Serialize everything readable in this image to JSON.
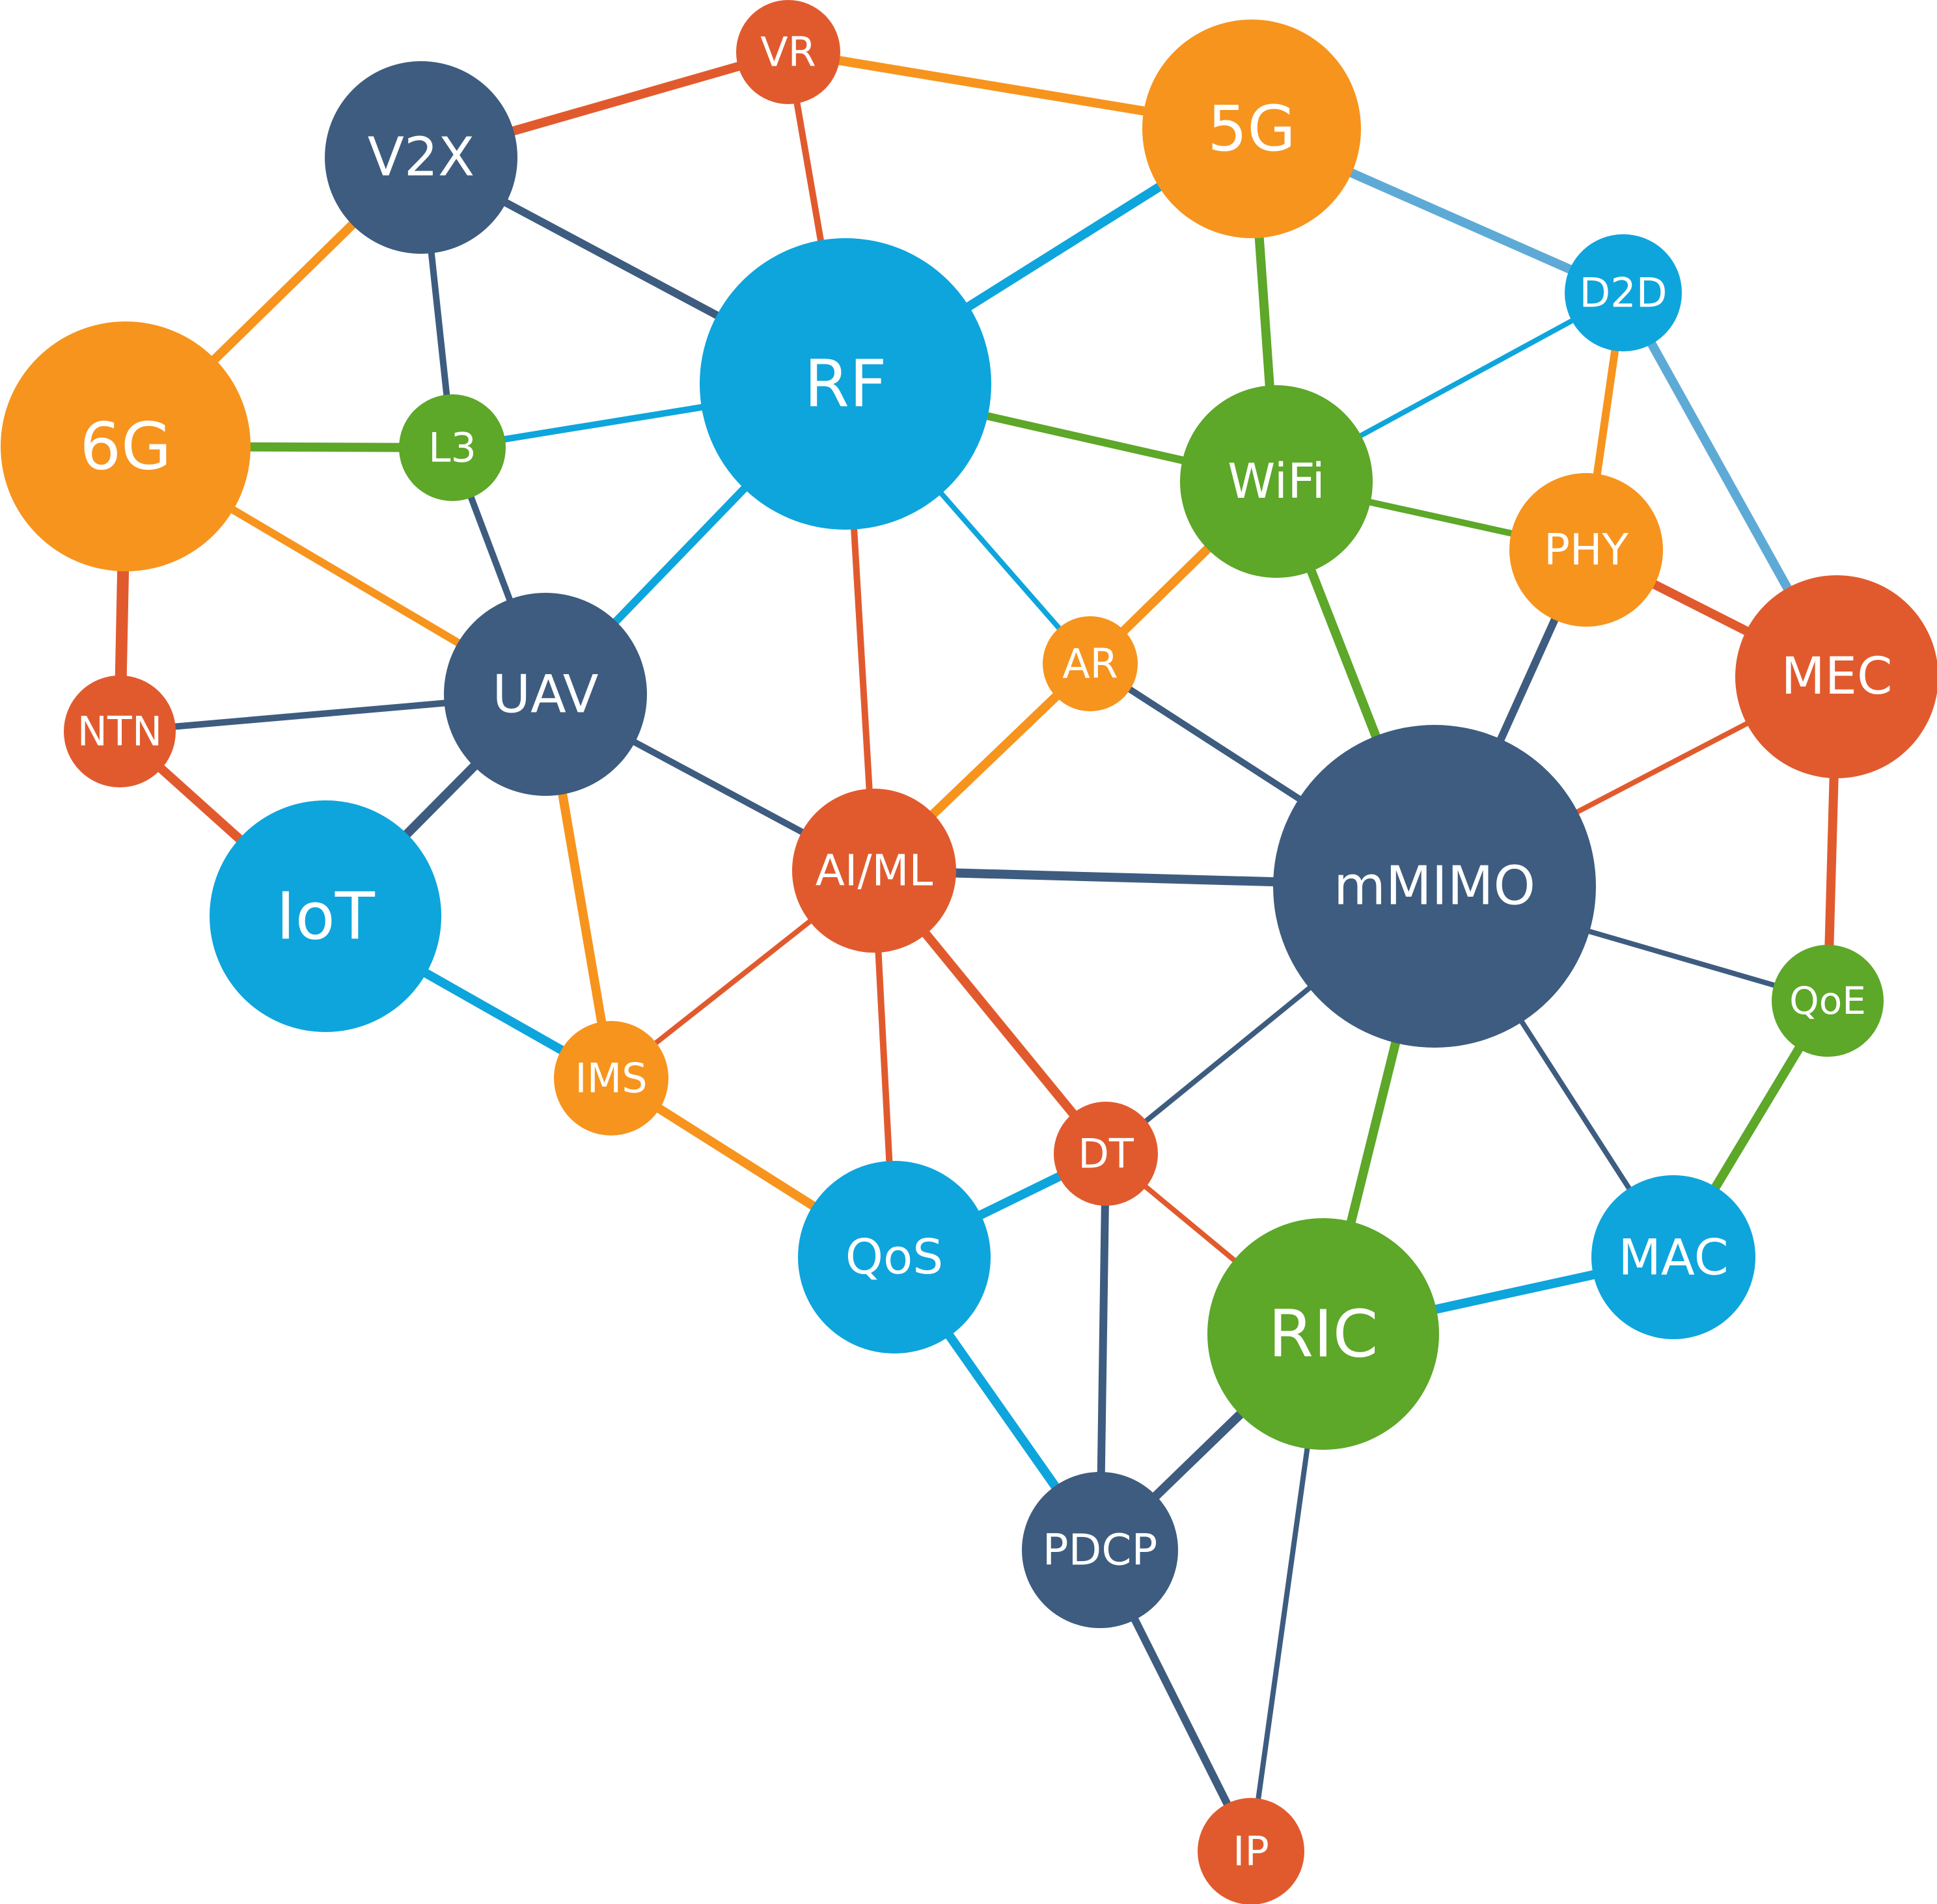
{
  "colors": {
    "orange": "#F7941D",
    "red": "#E15A2D",
    "navy": "#3D5C7F",
    "blue": "#0DA5DC",
    "green": "#5DA729",
    "lightblue": "#5EAAD6"
  },
  "nodes": [
    {
      "id": "vr",
      "label": "VR",
      "color": "red"
    },
    {
      "id": "v2x",
      "label": "V2X",
      "color": "navy"
    },
    {
      "id": "5g",
      "label": "5G",
      "color": "orange"
    },
    {
      "id": "6g",
      "label": "6G",
      "color": "orange"
    },
    {
      "id": "l3",
      "label": "L3",
      "color": "green"
    },
    {
      "id": "rf",
      "label": "RF",
      "color": "blue"
    },
    {
      "id": "d2d",
      "label": "D2D",
      "color": "blue"
    },
    {
      "id": "wifi",
      "label": "WiFi",
      "color": "green"
    },
    {
      "id": "phy",
      "label": "PHY",
      "color": "orange"
    },
    {
      "id": "uav",
      "label": "UAV",
      "color": "navy"
    },
    {
      "id": "ar",
      "label": "AR",
      "color": "orange"
    },
    {
      "id": "mec",
      "label": "MEC",
      "color": "red"
    },
    {
      "id": "ntn",
      "label": "NTN",
      "color": "red"
    },
    {
      "id": "iot",
      "label": "IoT",
      "color": "blue"
    },
    {
      "id": "aiml",
      "label": "AI/ML",
      "color": "red"
    },
    {
      "id": "mmimo",
      "label": "mMIMO",
      "color": "navy"
    },
    {
      "id": "qoe",
      "label": "QoE",
      "color": "green"
    },
    {
      "id": "ims",
      "label": "IMS",
      "color": "orange"
    },
    {
      "id": "dt",
      "label": "DT",
      "color": "red"
    },
    {
      "id": "qos",
      "label": "QoS",
      "color": "blue"
    },
    {
      "id": "mac",
      "label": "MAC",
      "color": "blue"
    },
    {
      "id": "ric",
      "label": "RIC",
      "color": "green"
    },
    {
      "id": "pdcp",
      "label": "PDCP",
      "color": "navy"
    },
    {
      "id": "ip",
      "label": "IP",
      "color": "red"
    }
  ],
  "edges": [
    {
      "from": "v2x",
      "to": "vr",
      "color": "red"
    },
    {
      "from": "vr",
      "to": "5g",
      "color": "orange"
    },
    {
      "from": "vr",
      "to": "rf",
      "color": "red"
    },
    {
      "from": "v2x",
      "to": "rf",
      "color": "navy"
    },
    {
      "from": "v2x",
      "to": "6g",
      "color": "orange"
    },
    {
      "from": "v2x",
      "to": "l3",
      "color": "navy"
    },
    {
      "from": "5g",
      "to": "rf",
      "color": "blue"
    },
    {
      "from": "5g",
      "to": "d2d",
      "color": "lightblue"
    },
    {
      "from": "5g",
      "to": "wifi",
      "color": "green"
    },
    {
      "from": "6g",
      "to": "l3",
      "color": "green"
    },
    {
      "from": "6g",
      "to": "uav",
      "color": "orange"
    },
    {
      "from": "6g",
      "to": "ntn",
      "color": "red"
    },
    {
      "from": "l3",
      "to": "rf",
      "color": "blue"
    },
    {
      "from": "l3",
      "to": "uav",
      "color": "navy"
    },
    {
      "from": "rf",
      "to": "wifi",
      "color": "green"
    },
    {
      "from": "rf",
      "to": "uav",
      "color": "blue"
    },
    {
      "from": "rf",
      "to": "ar",
      "color": "blue"
    },
    {
      "from": "rf",
      "to": "aiml",
      "color": "red"
    },
    {
      "from": "d2d",
      "to": "wifi",
      "color": "blue"
    },
    {
      "from": "d2d",
      "to": "phy",
      "color": "orange"
    },
    {
      "from": "d2d",
      "to": "mec",
      "color": "lightblue"
    },
    {
      "from": "wifi",
      "to": "phy",
      "color": "green"
    },
    {
      "from": "wifi",
      "to": "ar",
      "color": "orange"
    },
    {
      "from": "wifi",
      "to": "mmimo",
      "color": "green"
    },
    {
      "from": "phy",
      "to": "mec",
      "color": "red"
    },
    {
      "from": "phy",
      "to": "mmimo",
      "color": "navy"
    },
    {
      "from": "ntn",
      "to": "uav",
      "color": "navy"
    },
    {
      "from": "ntn",
      "to": "iot",
      "color": "red"
    },
    {
      "from": "uav",
      "to": "iot",
      "color": "navy"
    },
    {
      "from": "uav",
      "to": "aiml",
      "color": "navy"
    },
    {
      "from": "uav",
      "to": "ims",
      "color": "orange"
    },
    {
      "from": "ar",
      "to": "aiml",
      "color": "orange"
    },
    {
      "from": "ar",
      "to": "mmimo",
      "color": "navy"
    },
    {
      "from": "mec",
      "to": "mmimo",
      "color": "red"
    },
    {
      "from": "mec",
      "to": "qoe",
      "color": "red"
    },
    {
      "from": "iot",
      "to": "ims",
      "color": "blue"
    },
    {
      "from": "aiml",
      "to": "mmimo",
      "color": "navy"
    },
    {
      "from": "aiml",
      "to": "ims",
      "color": "red"
    },
    {
      "from": "aiml",
      "to": "dt",
      "color": "red"
    },
    {
      "from": "aiml",
      "to": "qos",
      "color": "red"
    },
    {
      "from": "mmimo",
      "to": "qoe",
      "color": "navy"
    },
    {
      "from": "mmimo",
      "to": "dt",
      "color": "navy"
    },
    {
      "from": "mmimo",
      "to": "mac",
      "color": "navy"
    },
    {
      "from": "mmimo",
      "to": "ric",
      "color": "green"
    },
    {
      "from": "qoe",
      "to": "mac",
      "color": "green"
    },
    {
      "from": "ims",
      "to": "qos",
      "color": "orange"
    },
    {
      "from": "dt",
      "to": "qos",
      "color": "blue"
    },
    {
      "from": "dt",
      "to": "ric",
      "color": "red"
    },
    {
      "from": "dt",
      "to": "pdcp",
      "color": "navy"
    },
    {
      "from": "qos",
      "to": "pdcp",
      "color": "blue"
    },
    {
      "from": "mac",
      "to": "ric",
      "color": "blue"
    },
    {
      "from": "ric",
      "to": "pdcp",
      "color": "navy"
    },
    {
      "from": "ric",
      "to": "ip",
      "color": "navy"
    },
    {
      "from": "pdcp",
      "to": "ip",
      "color": "navy"
    }
  ]
}
